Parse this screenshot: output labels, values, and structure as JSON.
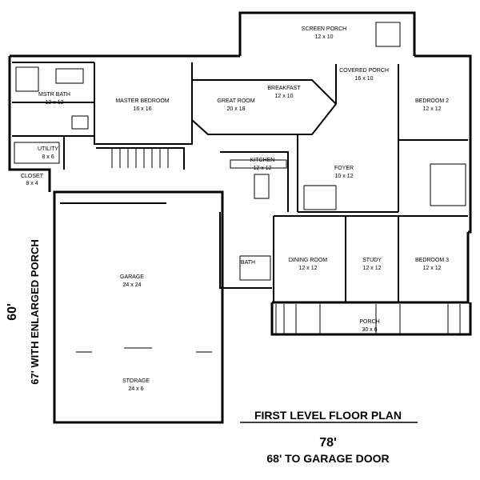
{
  "plan": {
    "title": "FIRST LEVEL FLOOR PLAN",
    "overall_width": "78'",
    "width_to_garage": "68' TO GARAGE DOOR",
    "overall_depth": "60'",
    "depth_note": "67' WITH ENLARGED PORCH"
  },
  "rooms": {
    "master_bath": {
      "name": "MSTR BATH",
      "size": "12 x 12"
    },
    "master_bedroom": {
      "name": "MASTER BEDROOM",
      "size": "16 x 16"
    },
    "great_room": {
      "name": "GREAT ROOM",
      "size": "20 x 18"
    },
    "breakfast": {
      "name": "BREAKFAST",
      "size": "12 x 10"
    },
    "covered_porch": {
      "name": "COVERED PORCH",
      "size": "16 x 10"
    },
    "screen_porch": {
      "name": "SCREEN PORCH",
      "size": "12 x 10"
    },
    "bedroom_2": {
      "name": "BEDROOM 2",
      "size": "12 x 12"
    },
    "utility": {
      "name": "UTILITY",
      "size": "8 x 6"
    },
    "kitchen": {
      "name": "KITCHEN",
      "size": "12 x 12"
    },
    "foyer": {
      "name": "FOYER",
      "size": "10 x 12"
    },
    "dining_room": {
      "name": "DINING ROOM",
      "size": "12 x 12"
    },
    "study": {
      "name": "STUDY",
      "size": "12 x 12"
    },
    "bedroom_3": {
      "name": "BEDROOM 3",
      "size": "12 x 12"
    },
    "porch": {
      "name": "PORCH",
      "size": "30 x 6"
    },
    "garage": {
      "name": "GARAGE",
      "size": "24 x 24"
    },
    "storage": {
      "name": "STORAGE",
      "size": "24 x 6"
    },
    "closet": {
      "name": "CLOSET",
      "size": "8 x 4"
    },
    "bath_1": {
      "name": "BATH",
      "size": ""
    }
  }
}
